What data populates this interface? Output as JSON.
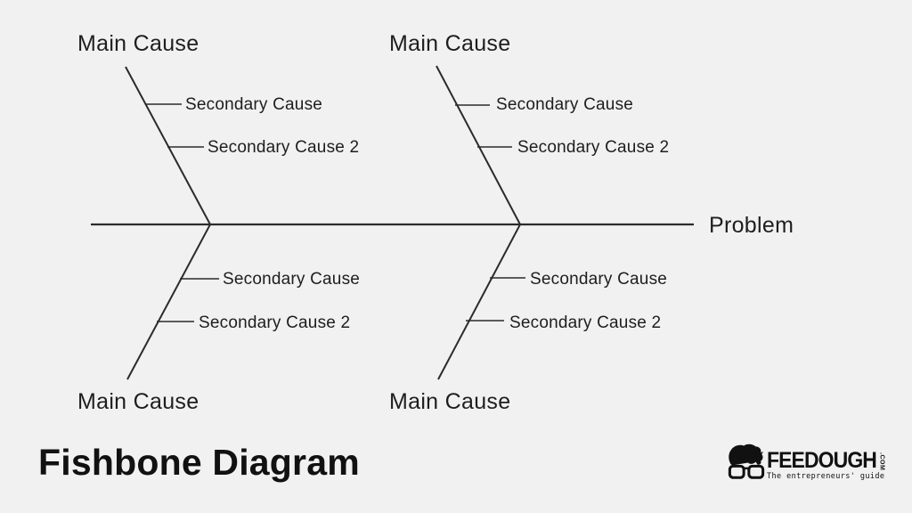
{
  "colors": {
    "background": "#f1f1f2",
    "line": "#2b2b2b",
    "text": "#1e1e1e"
  },
  "diagram": {
    "problem_label": "Problem",
    "branches": [
      {
        "id": "top-left",
        "main_label": "Main Cause",
        "secondary_labels": [
          "Secondary Cause",
          "Secondary Cause 2"
        ]
      },
      {
        "id": "top-right",
        "main_label": "Main Cause",
        "secondary_labels": [
          "Secondary Cause",
          "Secondary Cause 2"
        ]
      },
      {
        "id": "bottom-left",
        "main_label": "Main Cause",
        "secondary_labels": [
          "Secondary Cause",
          "Secondary Cause 2"
        ]
      },
      {
        "id": "bottom-right",
        "main_label": "Main Cause",
        "secondary_labels": [
          "Secondary Cause",
          "Secondary Cause 2"
        ]
      }
    ]
  },
  "title": "Fishbone Diagram",
  "logo": {
    "brand": "FEEDOUGH",
    "suffix": ".COM",
    "tagline": "The entrepreneurs' guide"
  }
}
